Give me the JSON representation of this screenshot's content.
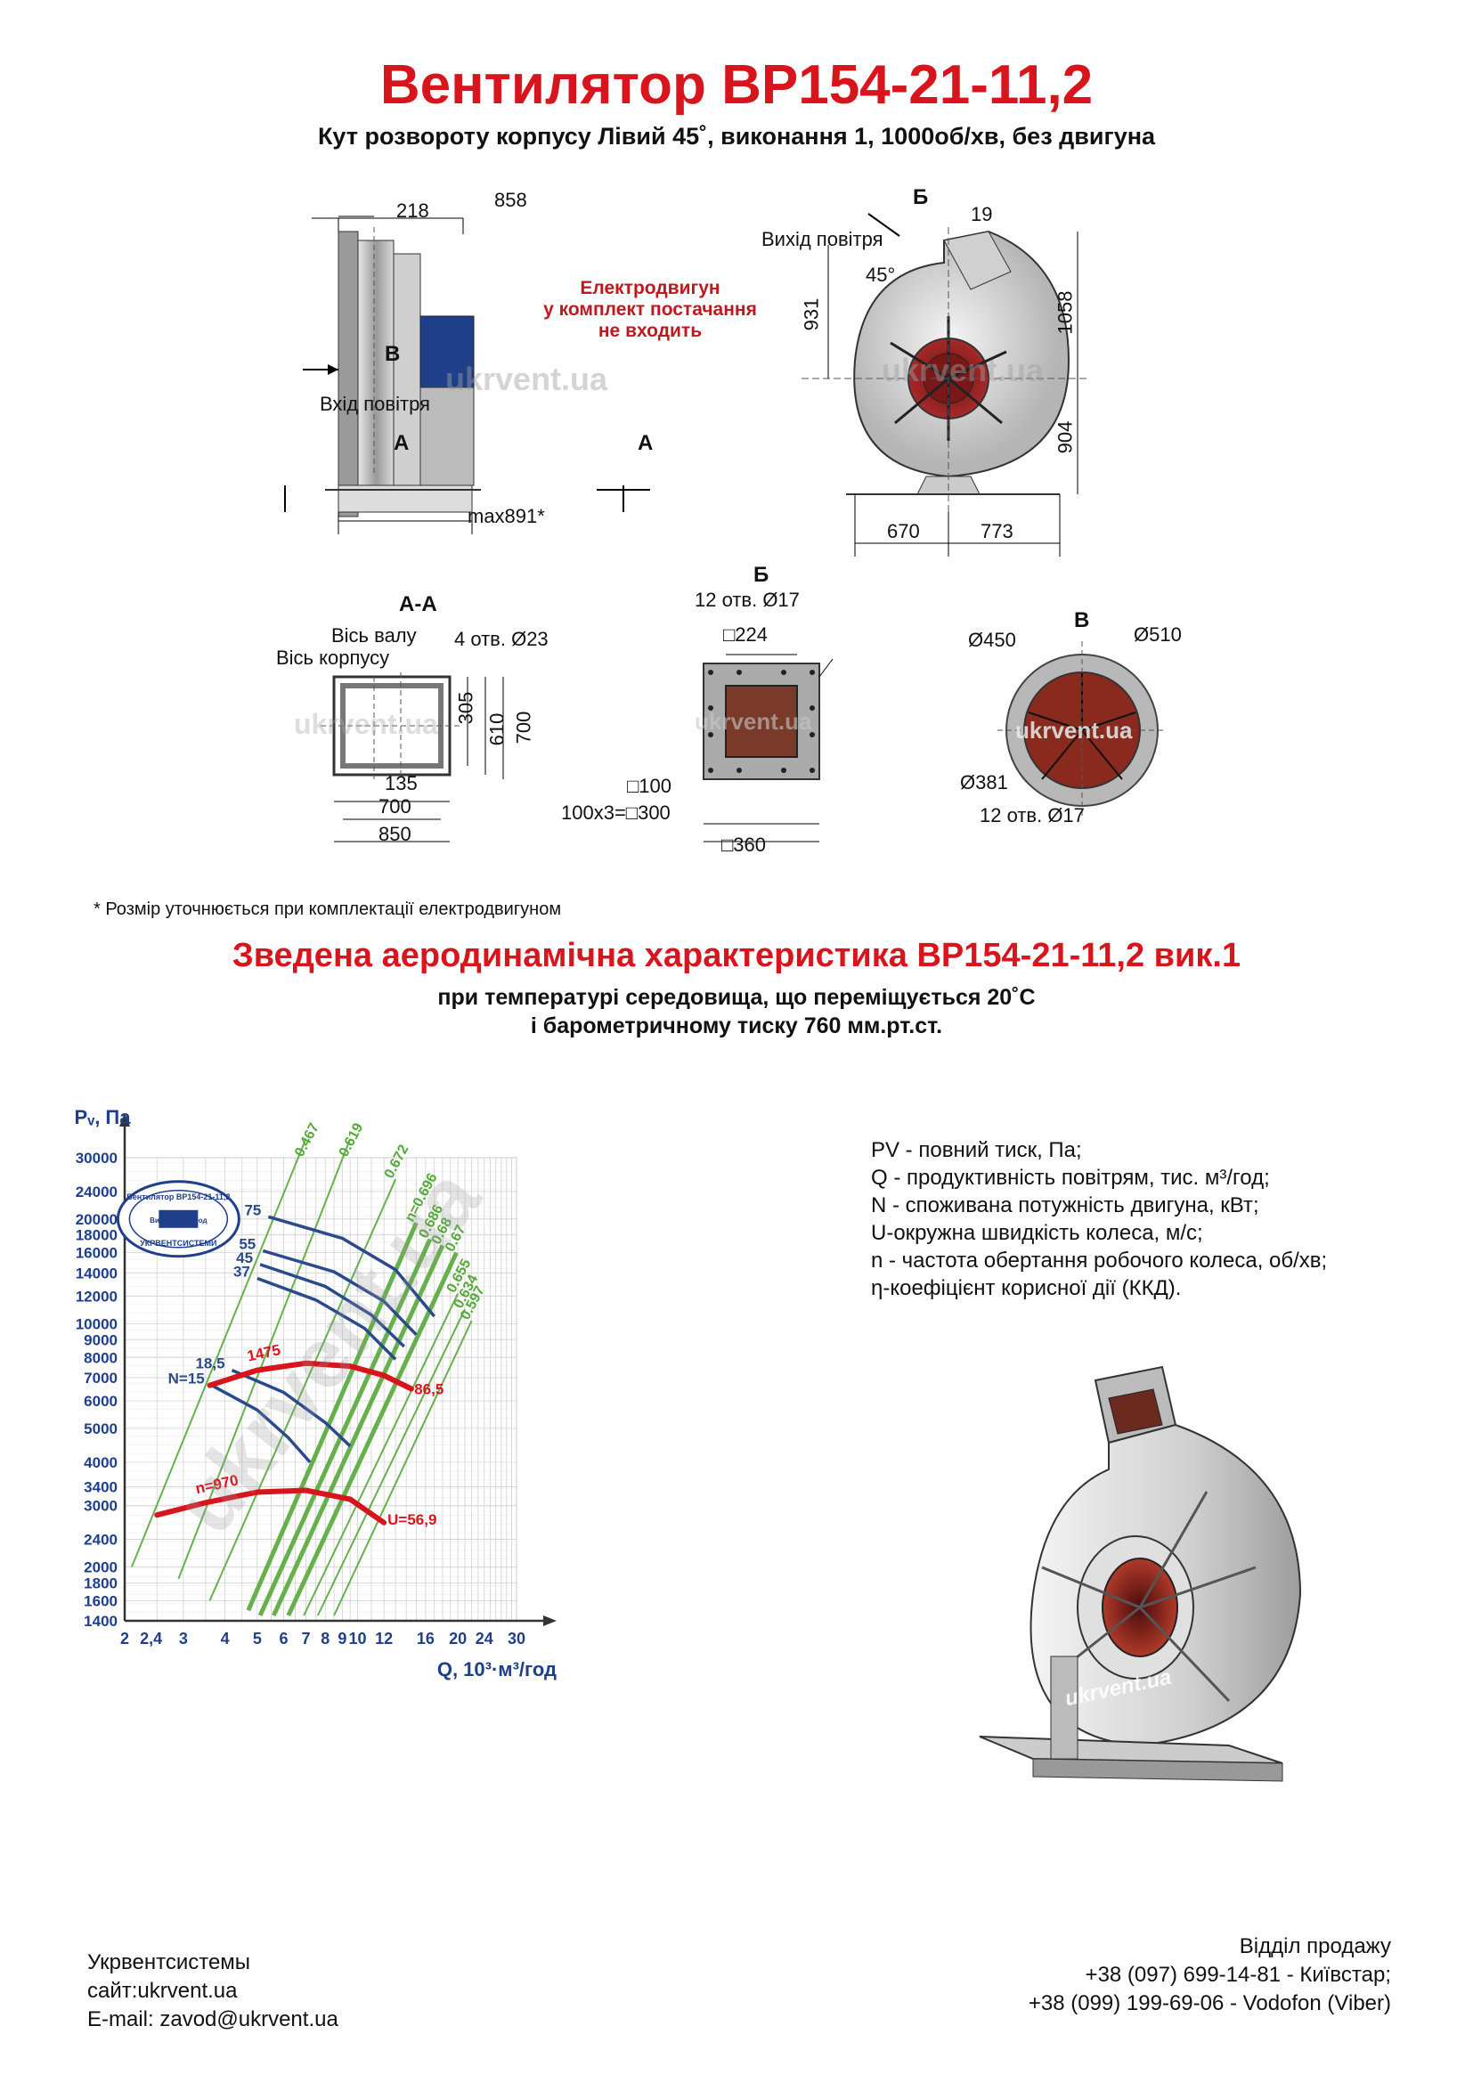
{
  "header": {
    "title": "Вентилятор ВР154-21-11,2",
    "subtitle": "Кут розвороту корпусу Лівий 45˚, виконання 1, 1000об/хв, без двигуна"
  },
  "side_view": {
    "dim_top_width": "858",
    "dim_flange": "218",
    "dim_bottom": "max891*",
    "label_inlet": "Вхід повітря",
    "arrow_b": "В",
    "arrow_a_left": "А",
    "arrow_a_right": "А",
    "motor_note": [
      "Електродвигун",
      "у комплект постачання",
      "не входить"
    ],
    "watermark": "ukrvent.ua"
  },
  "front_view": {
    "label_outlet": "Вихід повітря",
    "arrow_b": "Б",
    "dim_19": "19",
    "angle": "45°",
    "dim_931": "931",
    "dim_1058": "1058",
    "dim_904": "904",
    "dim_670": "670",
    "dim_773": "773",
    "watermark": "ukrvent.ua"
  },
  "section_aa": {
    "title": "А-А",
    "label_shaft_axis": "Вісь валу",
    "label_body_axis": "Вісь корпусу",
    "holes": "4 отв. Ø23",
    "dim_305": "305",
    "dim_610": "610",
    "dim_700v": "700",
    "dim_135": "135",
    "dim_700h": "700",
    "dim_850": "850",
    "watermark": "ukrvent.ua"
  },
  "view_b": {
    "title": "Б",
    "holes": "12 отв.  Ø17",
    "dim_224": "□224",
    "dim_100": "□100",
    "dim_300": "100х3=□300",
    "dim_360": "□360",
    "watermark": "ukrvent.ua"
  },
  "view_v": {
    "title": "В",
    "d450": "Ø450",
    "d510": "Ø510",
    "d381": "Ø381",
    "holes": "12 отв.  Ø17",
    "watermark": "ukrvent.ua"
  },
  "footnote": "* Розмір уточнюється при комплектації електродвигуном",
  "section2": {
    "title": "Зведена аеродинамічна характеристика ВР154-21-11,2 вик.1",
    "line1": "при температурі середовища, що переміщується 20˚С",
    "line2": "і барометричному тиску 760 мм.рт.ст."
  },
  "legend": [
    "PV - повний тиск, Па;",
    "Q - продуктивність повітрям, тис. м³/год;",
    "N - споживана потужність двигуна, кВт;",
    "U-окружна швидкість колеса, м/с;",
    "n - частота обертання робочого колеса, об/хв;",
    "η-коефіцієнт корисної дії (ККД)."
  ],
  "product_image": {
    "watermark": "ukrvent.ua"
  },
  "chart_stamp": [
    "Вентилятор ВР154-21-11,2",
    "Виробник завод",
    "УКРВЕНТСИСТЕМИ"
  ],
  "chart_data": {
    "type": "line",
    "ylabel": "Pᵥ, Па",
    "xlabel": "Q, 10³·м³/год",
    "x_scale": "log",
    "y_scale": "log",
    "xlim": [
      2,
      30
    ],
    "ylim": [
      1400,
      30000
    ],
    "x_ticks": [
      2,
      2.4,
      3,
      4,
      5,
      6,
      7,
      8,
      9,
      10,
      12,
      16,
      20,
      24,
      30
    ],
    "x_tick_labels": [
      "2",
      "2,4",
      "3",
      "4",
      "5",
      "6",
      "7",
      "8",
      "9",
      "10",
      "12",
      "16",
      "20",
      "24",
      "30"
    ],
    "y_ticks": [
      1400,
      1600,
      1800,
      2000,
      2400,
      3000,
      3400,
      4000,
      5000,
      6000,
      7000,
      8000,
      9000,
      10000,
      12000,
      14000,
      16000,
      18000,
      20000,
      24000,
      30000
    ],
    "grid": true,
    "watermark": "ukrvent.ua",
    "pressure_curves_n1000": [
      {
        "name": "n=970",
        "points": [
          [
            2.5,
            2820
          ],
          [
            3.5,
            3060
          ],
          [
            5,
            3280
          ],
          [
            7,
            3320
          ],
          [
            9.5,
            3130
          ],
          [
            12,
            2680
          ]
        ]
      },
      {
        "name": "1475",
        "points": [
          [
            3.6,
            6650
          ],
          [
            5,
            7350
          ],
          [
            7,
            7700
          ],
          [
            9.5,
            7550
          ],
          [
            12,
            7100
          ],
          [
            14.5,
            6500
          ]
        ]
      }
    ],
    "u_labels": [
      "U=56,9",
      "86,5"
    ],
    "power_curves": [
      {
        "name": "N=15",
        "points": [
          [
            3.65,
            6650
          ],
          [
            5,
            5650
          ],
          [
            6.2,
            4700
          ],
          [
            7.2,
            4000
          ]
        ]
      },
      {
        "name": "18,5",
        "points": [
          [
            4.2,
            7350
          ],
          [
            6,
            6350
          ],
          [
            8,
            5200
          ],
          [
            9.5,
            4450
          ]
        ]
      },
      {
        "name": "37",
        "points": [
          [
            5,
            13500
          ],
          [
            7.5,
            11700
          ],
          [
            10.5,
            9700
          ],
          [
            13,
            7900
          ]
        ]
      },
      {
        "name": "45",
        "points": [
          [
            5.1,
            14800
          ],
          [
            8,
            12800
          ],
          [
            11,
            10600
          ],
          [
            13.8,
            8600
          ]
        ]
      },
      {
        "name": "55",
        "points": [
          [
            5.2,
            16200
          ],
          [
            8.5,
            14100
          ],
          [
            12,
            11600
          ],
          [
            15,
            9300
          ]
        ]
      },
      {
        "name": "75",
        "points": [
          [
            5.4,
            20300
          ],
          [
            9,
            17600
          ],
          [
            13,
            14300
          ],
          [
            17,
            10500
          ]
        ]
      }
    ],
    "efficiency_lines": [
      {
        "name": "0.467",
        "points": [
          [
            2.1,
            2000
          ],
          [
            7,
            34000
          ]
        ]
      },
      {
        "name": "0.619",
        "points": [
          [
            2.9,
            1850
          ],
          [
            9.5,
            34000
          ]
        ]
      },
      {
        "name": "0.672",
        "points": [
          [
            3.6,
            1600
          ],
          [
            13,
            26000
          ]
        ]
      },
      {
        "name": "n=0.696",
        "points": [
          [
            4.7,
            1500
          ],
          [
            15,
            19500
          ]
        ]
      },
      {
        "name": "0.686",
        "points": [
          [
            5.1,
            1450
          ],
          [
            16.5,
            17500
          ]
        ]
      },
      {
        "name": "0.68",
        "points": [
          [
            5.6,
            1450
          ],
          [
            18,
            16800
          ]
        ]
      },
      {
        "name": "0.67",
        "points": [
          [
            6.2,
            1450
          ],
          [
            19.8,
            16000
          ]
        ]
      },
      {
        "name": "0.655",
        "points": [
          [
            6.9,
            1450
          ],
          [
            20,
            12200
          ]
        ]
      },
      {
        "name": "0.634",
        "points": [
          [
            7.6,
            1450
          ],
          [
            21,
            11000
          ]
        ]
      },
      {
        "name": "0.597",
        "points": [
          [
            8.5,
            1450
          ],
          [
            22,
            10200
          ]
        ]
      }
    ],
    "colors": {
      "pressure": "#d8141c",
      "power": "#2a4a8c",
      "efficiency": "#55a83a",
      "grid": "#d0d0d0"
    }
  },
  "contacts": {
    "company": "Укрвентсистемы",
    "site": "сайт:ukrvent.ua",
    "email": "E-mail: zavod@ukrvent.ua",
    "sales_title": "Відділ продажу",
    "phone1": "+38 (097) 699-14-81 - Київстар;",
    "phone2": "+38 (099) 199-69-06 - Vodofon (Viber)"
  }
}
